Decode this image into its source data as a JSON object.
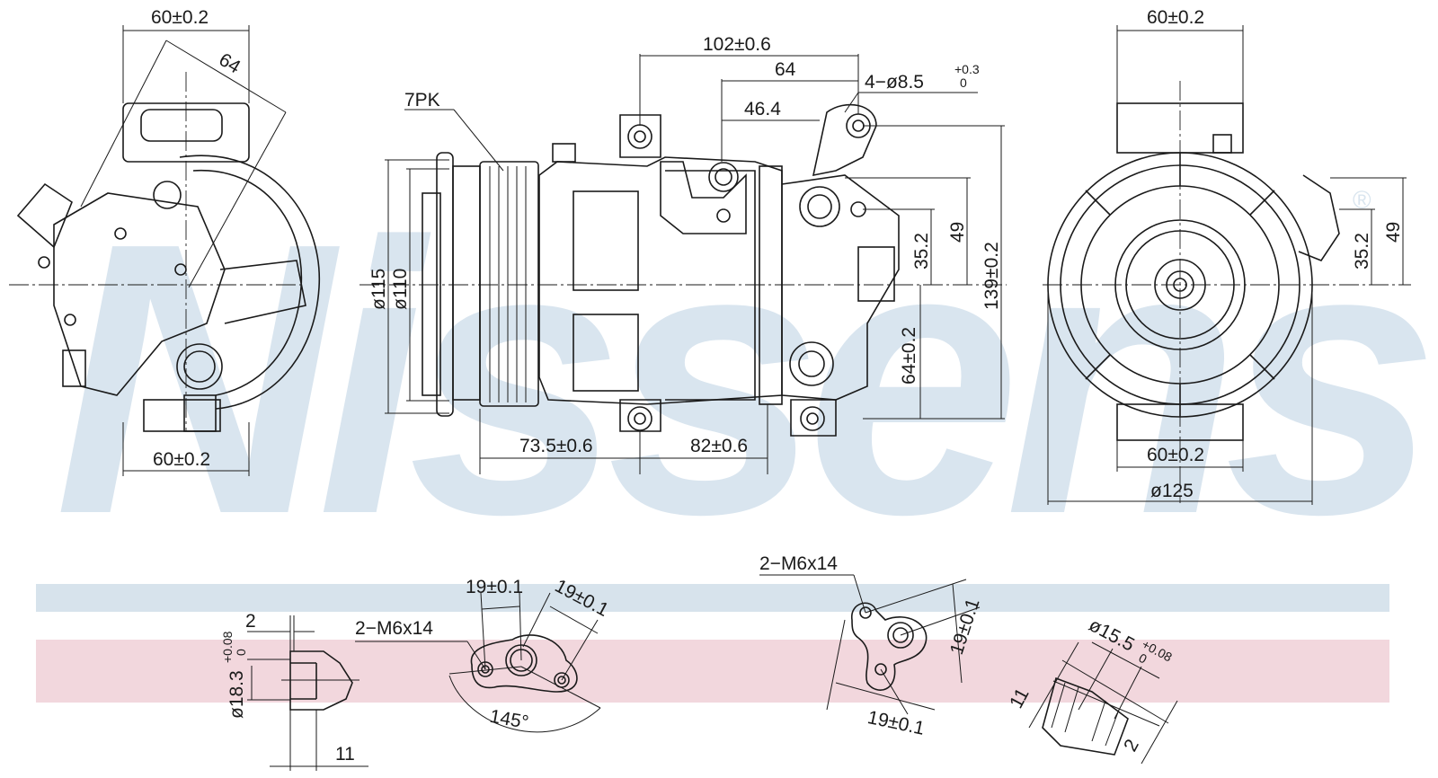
{
  "watermark": {
    "logo_text": "Nissens",
    "registered_mark": "®"
  },
  "colors": {
    "watermark": "#d9e5ef",
    "stripe_blue": "#d7e3ec",
    "stripe_pink": "#f2d7dd",
    "line": "#1a1a1a"
  },
  "left_view": {
    "top_width": "60±0.2",
    "diagonal": "64",
    "bottom_width": "60±0.2"
  },
  "front_view": {
    "overall_length": "102±0.6",
    "mount_64": "64",
    "mount_46": "46.4",
    "holes": "4−ø8.5",
    "holes_tol_upper": "+0.3",
    "holes_tol_lower": "0",
    "belt": "7PK",
    "pulley_outer": "ø115",
    "pulley_inner": "ø110",
    "port_35": "35.2",
    "port_49": "49",
    "height": "139±0.2",
    "lower_64": "64±0.2",
    "clutch_length": "73.5±0.6",
    "body_length": "82±0.6"
  },
  "right_view": {
    "top_width": "60±0.2",
    "port_35": "35.2",
    "port_49": "49",
    "bottom_width": "60±0.2",
    "diameter": "ø125"
  },
  "details": {
    "seal_width": "2",
    "seal_dia": "ø18.3",
    "seal_dia_tol_upper": "+0.08",
    "seal_dia_tol_lower": "0",
    "seal_depth": "11",
    "flange1_bolts": "2−M6x14",
    "flange1_spacing_a": "19±0.1",
    "flange1_spacing_b": "19±0.1",
    "flange1_angle": "145°",
    "flange2_bolts": "2−M6x14",
    "flange2_spacing_a": "19±0.1",
    "flange2_spacing_b": "19±0.1",
    "port_dia": "ø15.5",
    "port_dia_tol_upper": "+0.08",
    "port_dia_tol_lower": "0",
    "port_depth": "11",
    "port_lip": "2"
  }
}
